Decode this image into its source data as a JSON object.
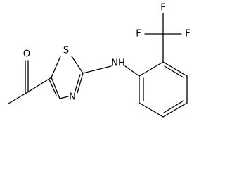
{
  "structure": {
    "atoms": {
      "carbonyl_oxygen": "O",
      "ring_sulfur": "S",
      "ring_nitrogen": "N",
      "amine_nh": "NH",
      "fluorine_top": "F",
      "fluorine_right": "F",
      "fluorine_left": "F"
    }
  },
  "colors": {
    "bond": "#000000",
    "label": "#000000",
    "background": "#ffffff"
  }
}
